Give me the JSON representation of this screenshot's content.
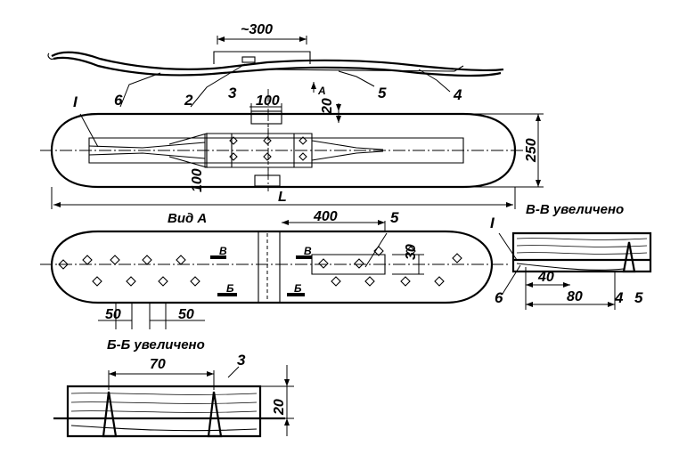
{
  "callouts": {
    "c1_top": "I",
    "c6_top": "6",
    "c2_top": "2",
    "c3_top": "3",
    "c5_top": "5",
    "c4_top": "4",
    "c5_mid": "5",
    "c1_right": "I",
    "c6_right": "6",
    "c4_right": "4",
    "c5_right": "5",
    "c3_bottom": "3"
  },
  "dimensions": {
    "binding_span": "~300",
    "plate_width": "100",
    "plate_offset": "20",
    "ski_width": "250",
    "plate_length": "100",
    "ski_length": "L",
    "rail_length": "400",
    "rail_gap": "30",
    "hole_pitch_left": "50",
    "hole_pitch_right": "50",
    "section_vv_a": "40",
    "section_vv_b": "80",
    "section_bb_a": "70",
    "section_bb_b": "20"
  },
  "captions": {
    "view_a": "Вид А",
    "view_a_arrow": "А",
    "section_vv": "В-В увеличено",
    "section_bb": "Б-Б увеличено"
  },
  "section_marks": {
    "b_left": "В",
    "b_right": "В",
    "bb_left": "Б",
    "bb_right": "Б"
  }
}
